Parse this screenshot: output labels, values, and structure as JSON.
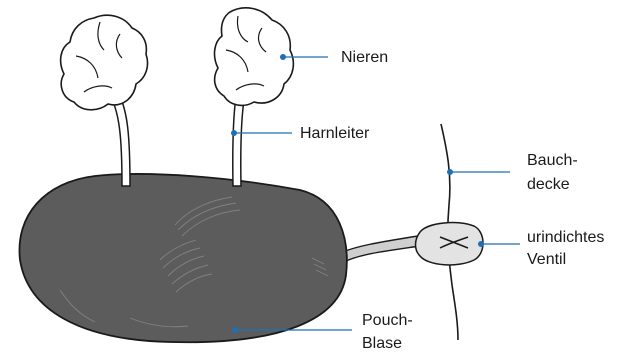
{
  "labels": {
    "nieren": "Nieren",
    "harnleiter": "Harnleiter",
    "bauchdecke_line1": "Bauch-",
    "bauchdecke_line2": "decke",
    "ventil_line1": "urindichtes",
    "ventil_line2": "Ventil",
    "pouch_line1": "Pouch-",
    "pouch_line2": "Blase"
  },
  "colors": {
    "pouch_fill": "#5c5c5c",
    "outline": "#1a1a1a",
    "leader_line": "#1f6fb5",
    "kidney_fill": "#ffffff",
    "stoma_fill": "#e3e3e3",
    "tube_fill": "#cfcfcf"
  }
}
